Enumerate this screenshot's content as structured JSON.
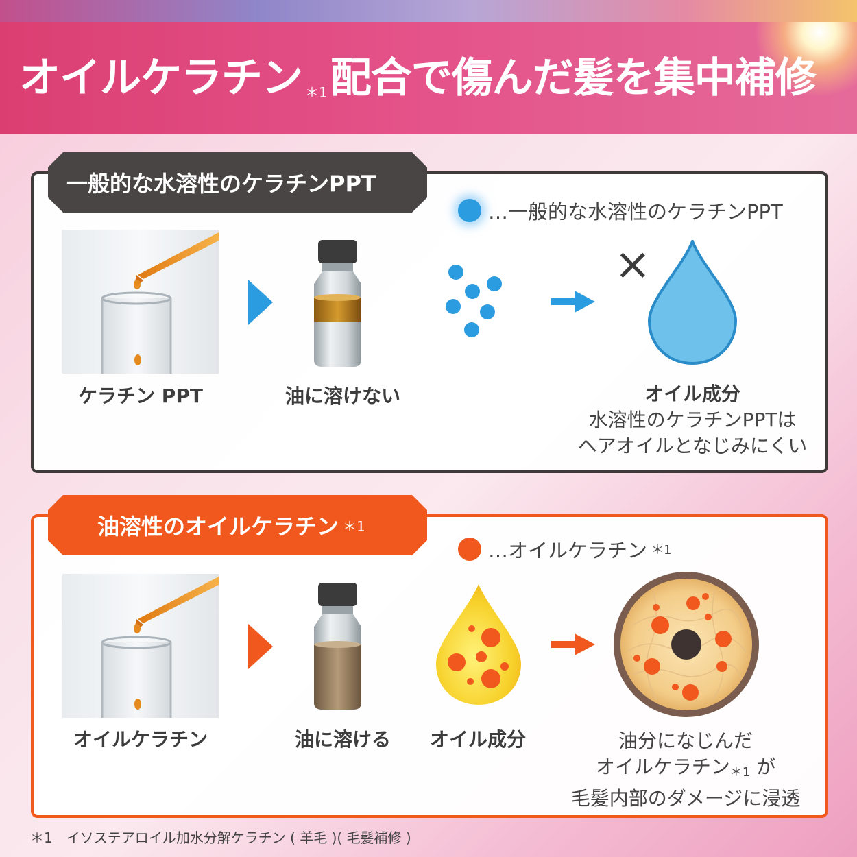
{
  "header": {
    "title_part1": "オイルケラチン",
    "title_note": "＊1",
    "title_part2": "配合で傷んだ髪を集中補修"
  },
  "section_water": {
    "tag": "一般的な水溶性のケラチンPPT",
    "legend": "…一般的な水溶性のケラチンPPT",
    "step1_label": "ケラチン PPT",
    "step2_label": "油に溶けない",
    "result_title": "オイル成分",
    "result_line1": "水溶性のケラチンPPTは",
    "result_line2": "ヘアオイルとなじみにくい",
    "cross_symbol": "×"
  },
  "section_oil": {
    "tag": "油溶性のオイルケラチン",
    "tag_note": "＊1",
    "legend": "…オイルケラチン",
    "legend_note": "＊1",
    "step1_label": "オイルケラチン",
    "step2_label": "油に溶ける",
    "step3_label": "オイル成分",
    "result_line1": "油分になじんだ",
    "result_line2_a": "オイルケラチン",
    "result_line2_note": "＊1",
    "result_line2_b": " が",
    "result_line3": "毛髪内部のダメージに浸透"
  },
  "footnote": "＊1　イソステアロイル加水分解ケラチン ( 羊毛 )( 毛髪補修 )",
  "colors": {
    "header": "#db3f72",
    "dark_frame": "#3f3a3a",
    "orange_accent": "#f0581e",
    "blue_accent": "#2c9ce0"
  }
}
